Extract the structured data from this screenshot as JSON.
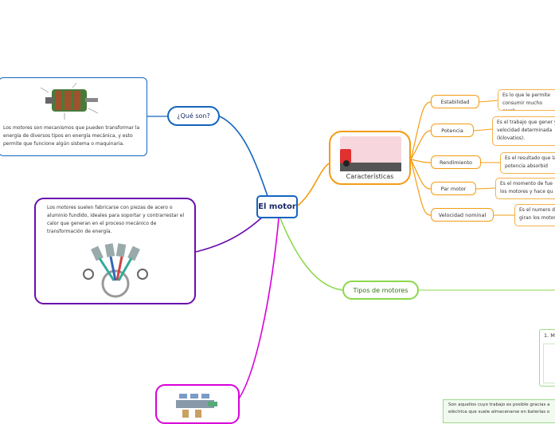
{
  "center": {
    "label": "El motor"
  },
  "que_son": {
    "label": "¿Qué son?",
    "description": "Los motores son mecanismos que pueden transformar la energía de diversos tipos en energía mecánica, y esto permite que funcione algún sistema o maquinaria."
  },
  "materiales": {
    "description": "Los motores suelen fabricarse con piezas de acero o aluminio fundido, ideales para soportar y contrarrestar el calor que generan en el proceso mecánico de transformación de energía."
  },
  "caracteristicas": {
    "label": "Características",
    "items": [
      {
        "label": "Estabilidad",
        "detail": "Es lo que le permite consumir mucho comb"
      },
      {
        "label": "Potencia",
        "detail": "Es el trabajo que gener y velocidad determinada (kilovatios)."
      },
      {
        "label": "Rendimiento",
        "detail": "Es el resultado que la potencia absorbid"
      },
      {
        "label": "Par motor",
        "detail": "Es el momento de fue los motores y hace qu"
      },
      {
        "label": "Velocidad nominal",
        "detail": "Es el numero d giran los motor"
      }
    ]
  },
  "tipos": {
    "label": "Tipos de motores",
    "electricos_title": "1. Mo",
    "electricos_desc": "Son aquellos cuyo trabajo es posible gracias a eléctrica que suele almacenarse en baterías o"
  },
  "colors": {
    "blue": "#1565c0",
    "orange": "#f39c12",
    "green": "#8bd84a",
    "purple": "#6a0dad",
    "magenta": "#d900d9"
  }
}
